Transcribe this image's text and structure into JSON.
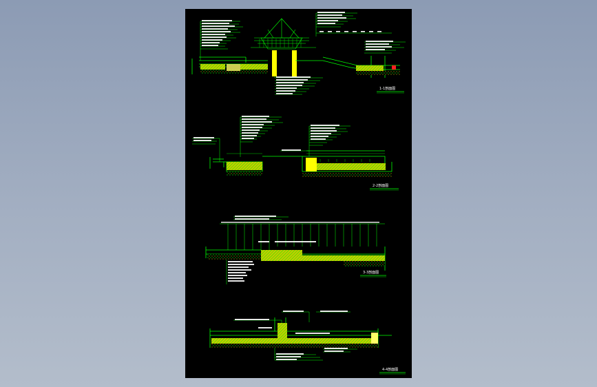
{
  "drawing": {
    "background": "#000000",
    "colors": {
      "line": "#00ff00",
      "fill_concrete": "#ffff00",
      "fill_pad": "#ffff66",
      "text": "#ffffff",
      "accent": "#ff2020"
    },
    "sections": [
      {
        "id": "1-1",
        "title": "1-1剖面图"
      },
      {
        "id": "2-2",
        "title": "2-2剖面图"
      },
      {
        "id": "3-3",
        "title": "3-3剖面图"
      },
      {
        "id": "4-4",
        "title": "4-4剖面图"
      }
    ]
  }
}
